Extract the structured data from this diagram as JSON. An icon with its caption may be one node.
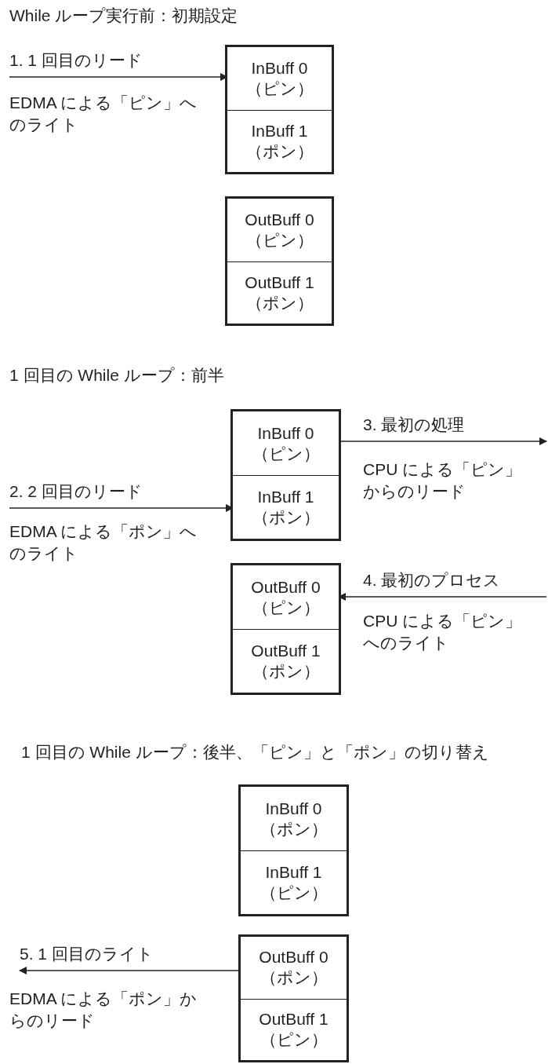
{
  "diagram": {
    "nodes": [
      {
        "text": [],
        "shape": "box"
      },
      {
        "text": [
          "InBuff 0",
          "（ピン）"
        ],
        "in": 0
      },
      {
        "text": [
          "InBuff 1",
          "（ポン）"
        ],
        "in": 0
      },
      {
        "text": [],
        "shape": "box"
      },
      {
        "text": [
          "OutBuff 0",
          "（ピン）"
        ],
        "in": 3
      },
      {
        "text": [
          "OutBuff 1",
          "（ポン）"
        ],
        "in": 3
      },
      {
        "text": [],
        "shape": "box"
      },
      {
        "text": [
          "InBuff 0",
          "（ピン）"
        ],
        "in": 6
      },
      {
        "text": [
          "InBuff 1",
          "（ポン）"
        ],
        "in": 6
      },
      {
        "text": [],
        "shape": "box"
      },
      {
        "text": [
          "OutBuff 0",
          "（ピン）"
        ],
        "in": 9
      },
      {
        "text": [
          "OutBuff 1",
          "（ポン）"
        ],
        "in": 9
      },
      {
        "text": [],
        "shape": "box"
      },
      {
        "text": [
          "InBuff 0",
          "（ポン）"
        ],
        "in": 12
      },
      {
        "text": [
          "InBuff 1",
          "（ピン）"
        ],
        "in": 12
      },
      {
        "text": [],
        "shape": "box"
      },
      {
        "text": [
          "OutBuff 0",
          "（ポン）"
        ],
        "in": 15
      },
      {
        "text": [
          "OutBuff 1",
          "（ピン）"
        ],
        "in": 15
      }
    ],
    "edges": [
      {
        "from": null,
        "to": 1,
        "arrow": "to",
        "label": "1. 1 回目のリード"
      },
      {
        "from": 7,
        "to": null,
        "arrow": "to",
        "label": "3. 最初の処理"
      },
      {
        "from": null,
        "to": 8,
        "arrow": "to",
        "label": "2. 2 回目のリード"
      },
      {
        "from": null,
        "to": 10,
        "arrow": "to",
        "label": "4. 最初のプロセス"
      },
      {
        "from": 16,
        "to": null,
        "arrow": "to",
        "label": "5. 1 回目のライト"
      }
    ],
    "labels": [
      "While ループ実行前：初期設定",
      "EDMA による「ピン」へのライト",
      "1 回目の While ループ：前半",
      "CPU による「ピン」からのリード",
      "EDMA による「ポン」へのライト",
      "CPU による「ピン」へのライト",
      "1 回目の While ループ：後半、「ピン」と「ポン」の切り替え",
      "EDMA による「ポン」からのリード"
    ]
  }
}
